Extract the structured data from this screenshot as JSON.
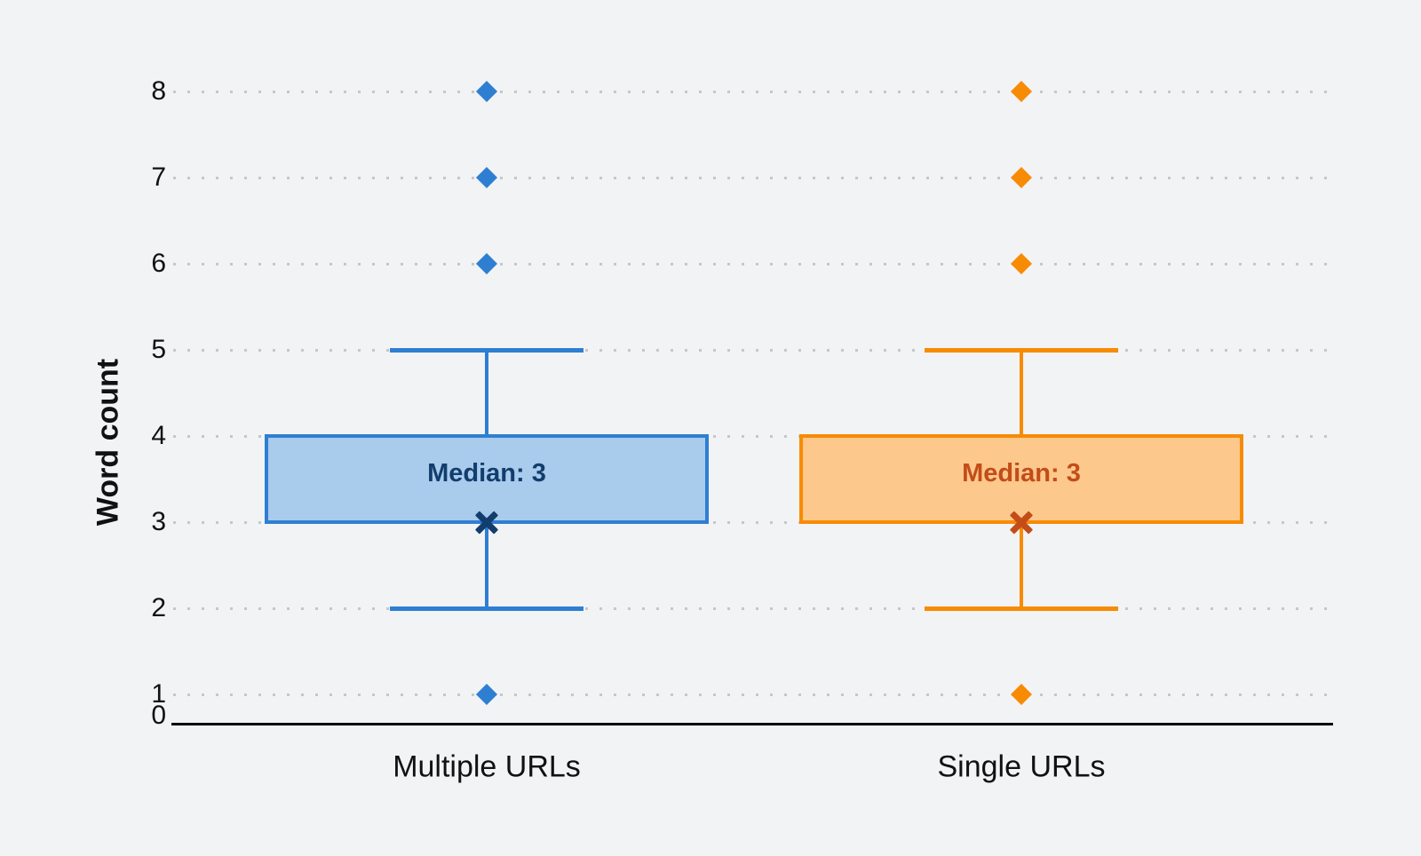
{
  "page": {
    "background": "#f2f3f5"
  },
  "chart_data": {
    "type": "boxplot",
    "title": "",
    "ylabel": "Word count",
    "xlabel": "",
    "y_ticks": [
      0,
      1,
      2,
      3,
      4,
      5,
      6,
      7,
      8
    ],
    "ylim": [
      0,
      8.3
    ],
    "grid": "horizontal-dotted",
    "legend": "none",
    "categories": [
      "Multiple URLs",
      "Single URLs"
    ],
    "series": [
      {
        "name": "Multiple URLs",
        "whisker_low": 2,
        "q1": 3,
        "median": 3,
        "mean": 3,
        "q3": 4,
        "whisker_high": 5,
        "outliers": [
          1,
          6,
          7,
          8
        ],
        "median_label": "Median: 3",
        "colors": {
          "box_fill": "#a9cbec",
          "box_border": "#2e7fd2",
          "outlier": "#2e7fd2",
          "accent_dark": "#123d6d"
        }
      },
      {
        "name": "Single URLs",
        "whisker_low": 2,
        "q1": 3,
        "median": 3,
        "mean": 3,
        "q3": 4,
        "whisker_high": 5,
        "outliers": [
          1,
          6,
          7,
          8
        ],
        "median_label": "Median: 3",
        "colors": {
          "box_fill": "#fcc88c",
          "box_border": "#f78b04",
          "outlier": "#f78b04",
          "accent_dark": "#c34c18"
        }
      }
    ],
    "axis_color": "#000000",
    "text_color": "#111111",
    "gridline_color": "#c7c7c9"
  }
}
